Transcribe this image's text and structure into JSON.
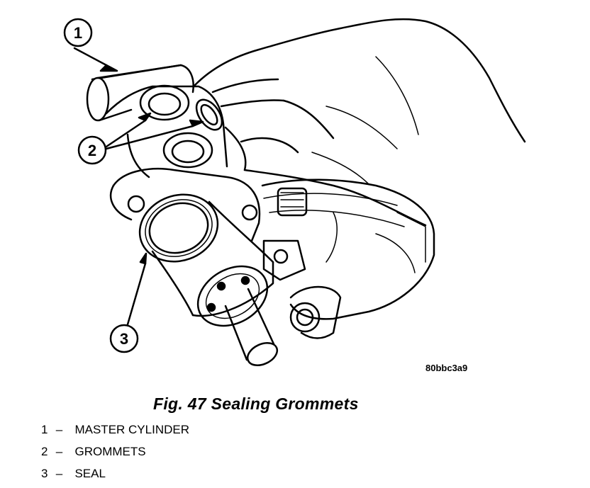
{
  "figure": {
    "title": "Fig. 47 Sealing Grommets",
    "reference_code": "80bbc3a9"
  },
  "callouts": [
    {
      "number": "1"
    },
    {
      "number": "2"
    },
    {
      "number": "3"
    }
  ],
  "legend": [
    {
      "number": "1",
      "separator": "–",
      "label": "MASTER CYLINDER"
    },
    {
      "number": "2",
      "separator": "–",
      "label": "GROMMETS"
    },
    {
      "number": "3",
      "separator": "–",
      "label": "SEAL"
    }
  ],
  "colors": {
    "ink": "#000000",
    "paper": "#ffffff"
  }
}
